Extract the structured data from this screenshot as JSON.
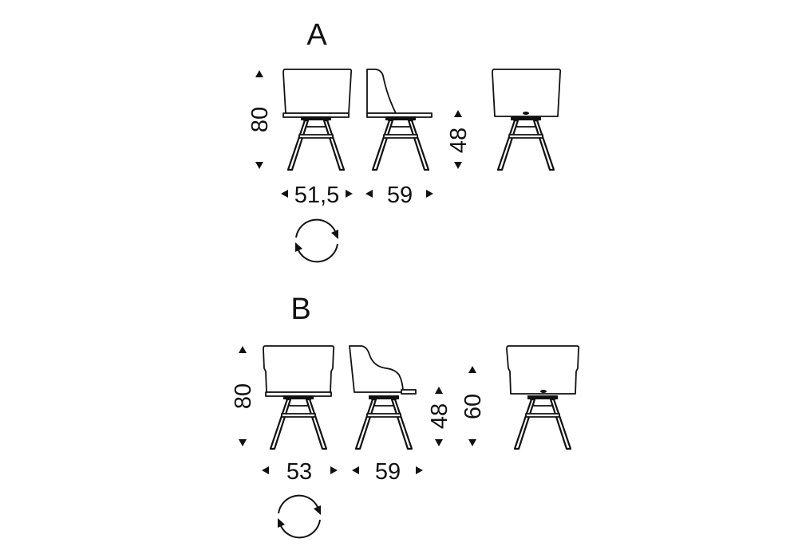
{
  "variants": [
    {
      "label": "A",
      "height": "80",
      "seat_height": "48",
      "width": "51,5",
      "depth": "59",
      "swivel_icon": "rotate-icon"
    },
    {
      "label": "B",
      "height": "80",
      "seat_height": "48",
      "arm_height": "60",
      "width": "53",
      "depth": "59",
      "swivel_icon": "rotate-icon"
    }
  ],
  "colors": {
    "line": "#111111",
    "background": "#ffffff"
  }
}
